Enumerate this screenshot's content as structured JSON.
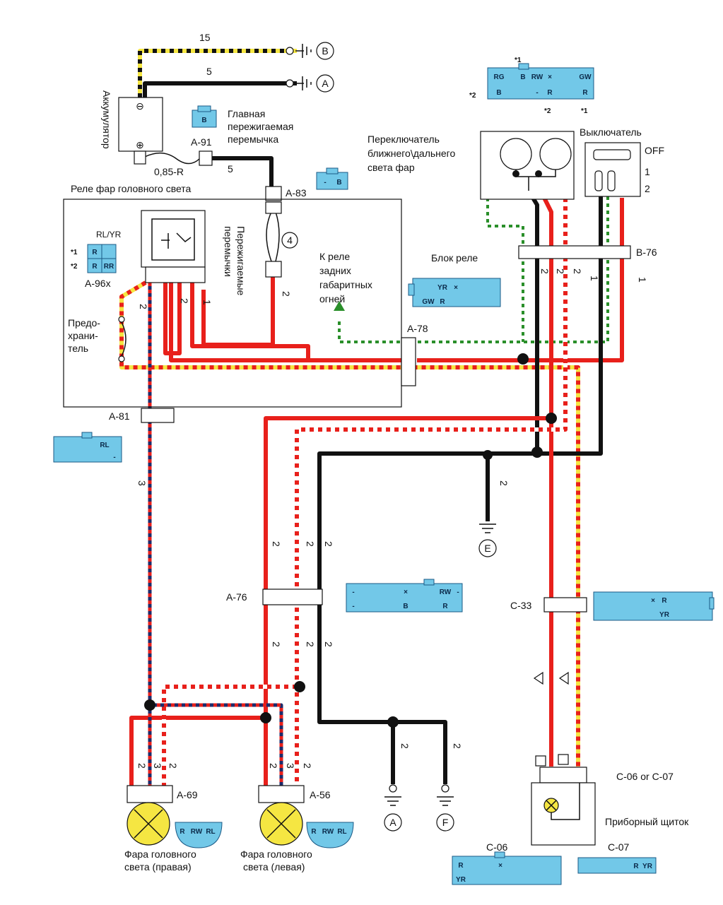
{
  "labels": {
    "battery": "Аккумулятор",
    "battery_minus": "⊖",
    "battery_plus": "⊕",
    "main_fuse_line1": "Главная",
    "main_fuse_line2": "пережигаемая",
    "main_fuse_line3": "перемычка",
    "relay_head": "Реле фар головного света",
    "fusible_links_1": "Пережигаемые",
    "fusible_links_2": "перемычки",
    "fuse_1": "Предо-",
    "fuse_2": "храни-",
    "fuse_3": "тель",
    "tail_relay_1": "К реле",
    "tail_relay_2": "задних",
    "tail_relay_3": "габаритных",
    "tail_relay_4": "огней",
    "relay_block": "Блок реле",
    "dimmer_1": "Переключатель",
    "dimmer_2": "ближнего\\дальнего",
    "dimmer_3": "света фар",
    "switch": "Выключатель",
    "switch_off": "OFF",
    "switch_1": "1",
    "switch_2": "2",
    "cluster_code": "C-06 or C-07",
    "cluster": "Приборный щиток",
    "lamp_right_1": "Фара головного",
    "lamp_right_2": "света (правая)",
    "lamp_left_1": "Фара головного",
    "lamp_left_2": "света (левая)",
    "wire_085r": "0,85-R"
  },
  "connectors": {
    "a91": "A-91",
    "a83": "A-83",
    "a96x": "A-96x",
    "a81": "A-81",
    "a78": "A-78",
    "b76": "B-76",
    "a76": "A-76",
    "c33": "C-33",
    "a69": "A-69",
    "a56": "A-56",
    "c06": "C-06",
    "c07": "C-07"
  },
  "grounds": {
    "a": "A",
    "b": "B",
    "e": "E",
    "f": "F"
  },
  "circle4": "4",
  "wire_numbers": {
    "w15": "15",
    "w5a": "5",
    "w5b": "5",
    "two": "2",
    "three": "3",
    "one": "1",
    "star1": "*1",
    "star2": "*2"
  },
  "pinouts": {
    "top_row1": [
      "RG",
      "B",
      "RW",
      "×",
      "",
      "",
      "",
      "GW"
    ],
    "top_row2": [
      "B",
      "",
      "-",
      "R",
      "",
      "",
      "",
      "R"
    ],
    "a96x_top": "RL/YR",
    "a96x_r1": [
      "R",
      ""
    ],
    "a96x_r2": [
      "R",
      "RR"
    ],
    "a91": "B",
    "a83": [
      "-",
      "B"
    ],
    "relay_r1": [
      "",
      "",
      "YR",
      "×",
      "",
      "",
      ""
    ],
    "relay_r2": [
      "GW",
      "R",
      "",
      "",
      "",
      "",
      ""
    ],
    "a81_r1": [
      "",
      "",
      "",
      "",
      "RL",
      ""
    ],
    "a81_r2": [
      "",
      "",
      "",
      "",
      "",
      "-"
    ],
    "a76_r1": [
      "-",
      "",
      "",
      "×",
      "",
      "",
      "RW",
      "-"
    ],
    "a76_r2": [
      "-",
      "",
      "",
      "B",
      "",
      "",
      "R",
      ""
    ],
    "c33_r1": [
      "",
      "",
      "",
      "",
      "",
      "×",
      "R",
      "",
      "",
      ""
    ],
    "c33_r2": [
      "",
      "",
      "",
      "",
      "",
      "",
      "YR",
      "",
      "",
      ""
    ],
    "lamp_r": [
      "R",
      "RW",
      "RL"
    ],
    "lamp_l": [
      "R",
      "RW",
      "RL"
    ],
    "c06_r1": [
      "R",
      "",
      "×",
      "",
      "",
      "",
      "",
      ""
    ],
    "c06_r2": [
      "YR",
      "",
      "",
      "",
      "",
      "",
      "",
      ""
    ],
    "c07": [
      "",
      "",
      "R",
      "YR"
    ]
  }
}
